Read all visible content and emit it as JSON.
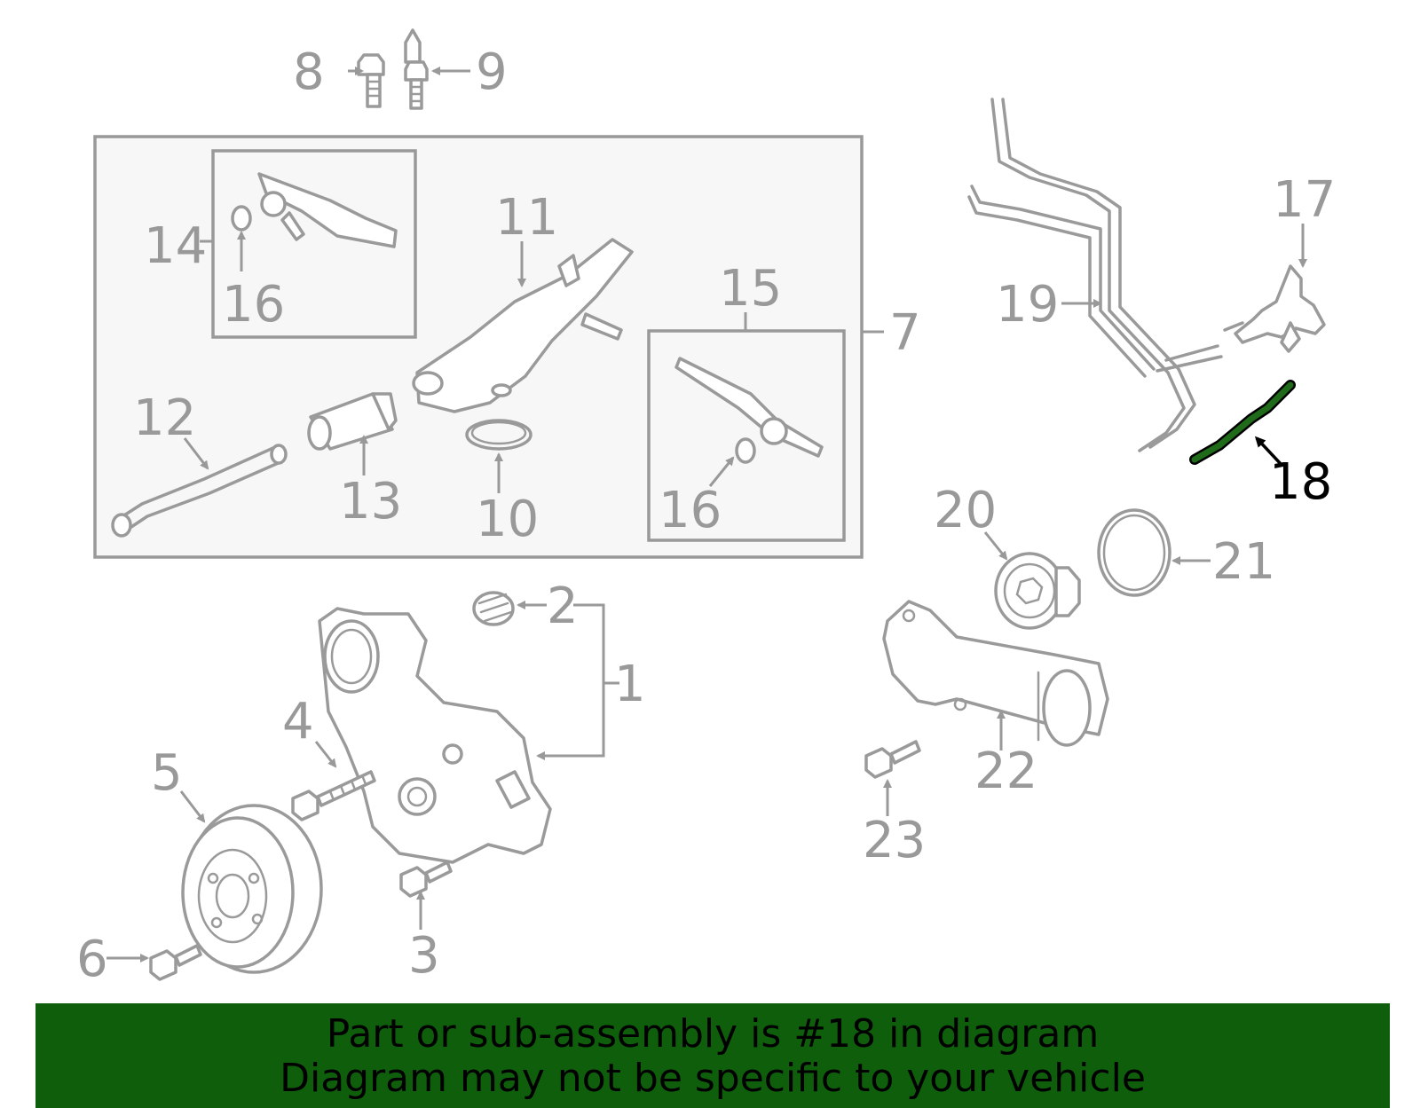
{
  "callouts": {
    "c1": "1",
    "c2": "2",
    "c3": "3",
    "c4": "4",
    "c5": "5",
    "c6": "6",
    "c7": "7",
    "c8": "8",
    "c9": "9",
    "c10": "10",
    "c11": "11",
    "c12": "12",
    "c13": "13",
    "c14": "14",
    "c15": "15",
    "c16a": "16",
    "c16b": "16",
    "c17": "17",
    "c18": "18",
    "c19": "19",
    "c20": "20",
    "c21": "21",
    "c22": "22",
    "c23": "23"
  },
  "highlight": {
    "part_number": "18",
    "color": "#1f6b1a"
  },
  "banner": {
    "line1": "Part or sub-assembly is #18 in diagram",
    "line2": "Diagram may not be specific to your vehicle",
    "background": "#0e5e0c"
  }
}
